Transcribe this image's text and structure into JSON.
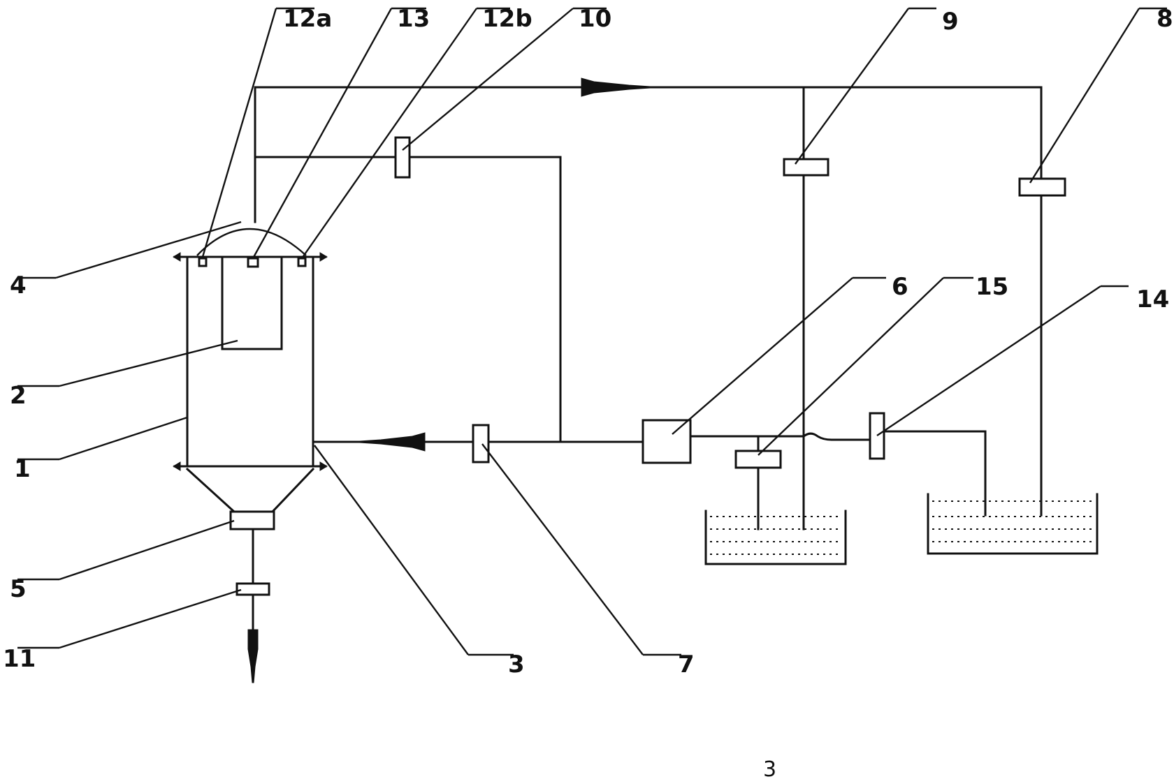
{
  "diagram": {
    "labels": {
      "l12a": "12a",
      "l13": "13",
      "l12b": "12b",
      "l10": "10",
      "l9": "9",
      "l8": "8",
      "l4": "4",
      "l2": "2",
      "l1": "1",
      "l5": "5",
      "l11": "11",
      "l3": "3",
      "l7": "7",
      "l6": "6",
      "l15": "15",
      "l14": "14"
    },
    "figure_number": "3"
  }
}
